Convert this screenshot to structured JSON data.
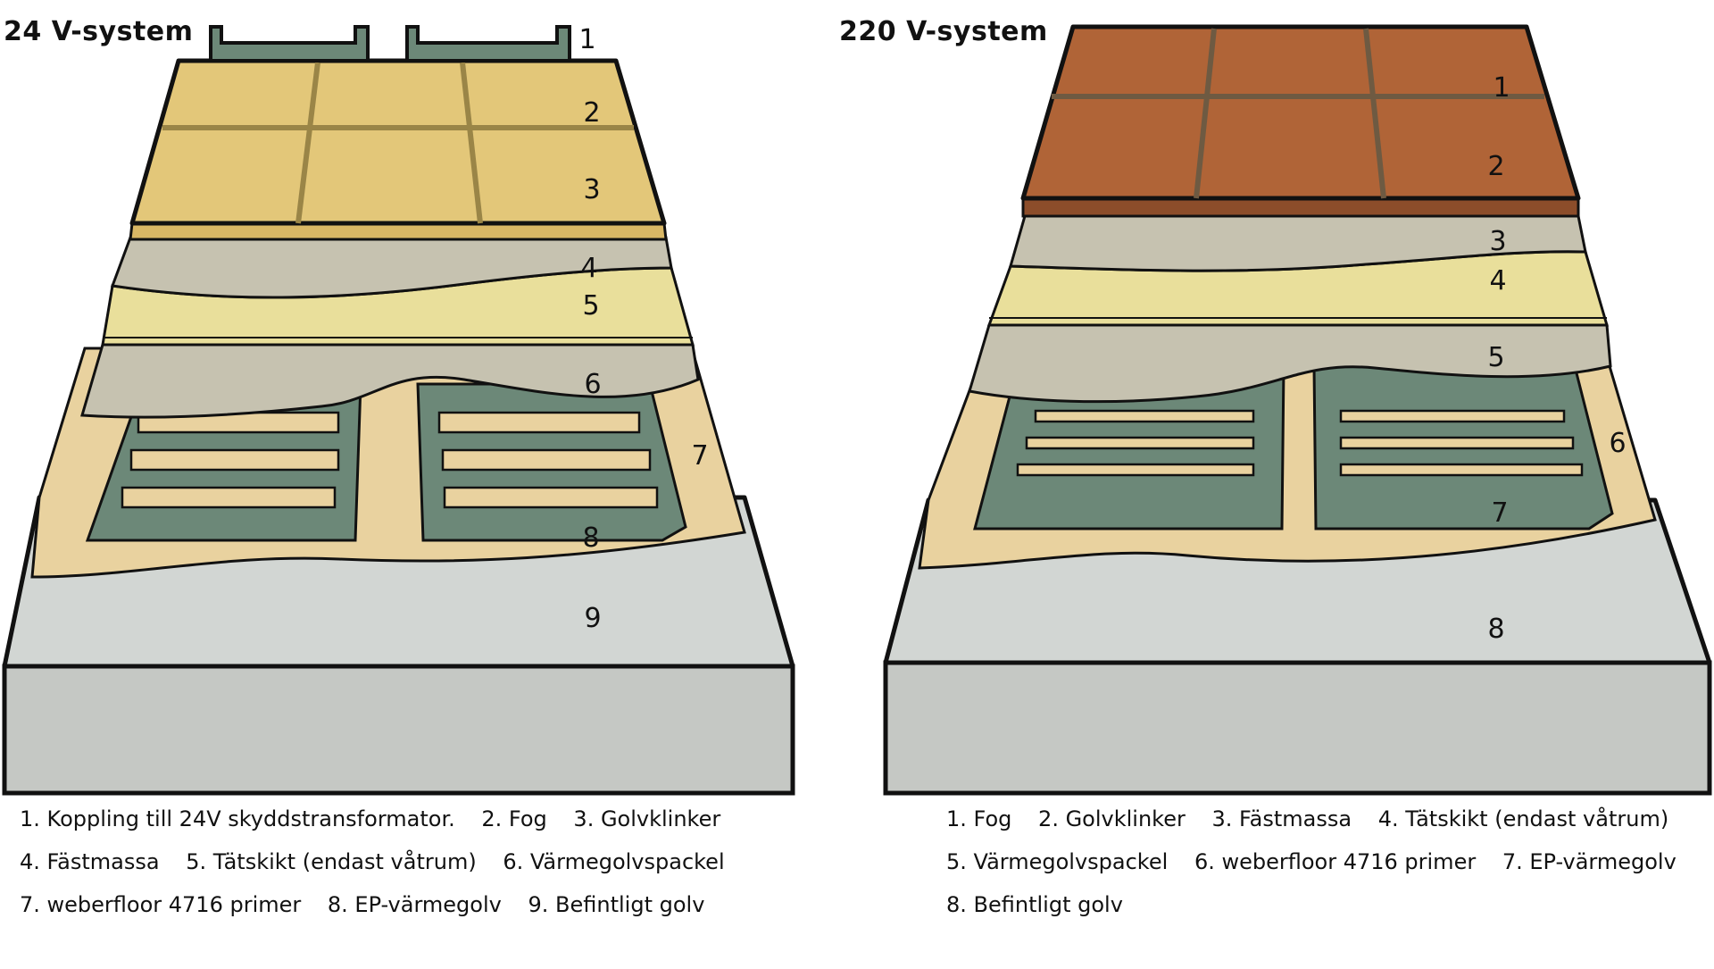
{
  "diagram": {
    "panels": [
      {
        "title": "24 V-system",
        "callouts": [
          "1",
          "2",
          "3",
          "4",
          "5",
          "6",
          "7",
          "8",
          "9"
        ],
        "legend_rows": [
          [
            "1. Koppling till 24V skyddstransformator.",
            "2. Fog",
            "3. Golvklinker"
          ],
          [
            "4. Fästmassa",
            "5. Tätskikt (endast våtrum)",
            "6. Värmegolvspackel"
          ],
          [
            "7. weberfloor 4716 primer",
            "8. EP-värmegolv",
            "9. Befintligt golv"
          ]
        ],
        "colors": {
          "tile": "#e3c779",
          "grout": "#b29c55",
          "layer_grey": "#c6c2b0",
          "layer_yellow": "#e9df9b",
          "primer": "#e9d29f",
          "mat": "#6c8878",
          "existing_floor": "#d2d6d3",
          "front_face": "#c5c8c4"
        }
      },
      {
        "title": "220 V-system",
        "callouts": [
          "1",
          "2",
          "3",
          "4",
          "5",
          "6",
          "7",
          "8"
        ],
        "legend_rows": [
          [
            "1. Fog",
            "2. Golvklinker",
            "3. Fästmassa",
            "4. Tätskikt (endast våtrum)"
          ],
          [
            "5. Värmegolvspackel",
            "6. weberfloor 4716 primer",
            "7. EP-värmegolv"
          ],
          [
            "8. Befintligt golv"
          ]
        ],
        "colors": {
          "tile": "#b06437",
          "grout": "#6e5a42",
          "layer_grey": "#c6c2b0",
          "layer_yellow": "#e9df9b",
          "primer": "#e9d29f",
          "mat": "#6c8878",
          "existing_floor": "#d2d6d3",
          "front_face": "#c5c8c4"
        }
      }
    ]
  }
}
